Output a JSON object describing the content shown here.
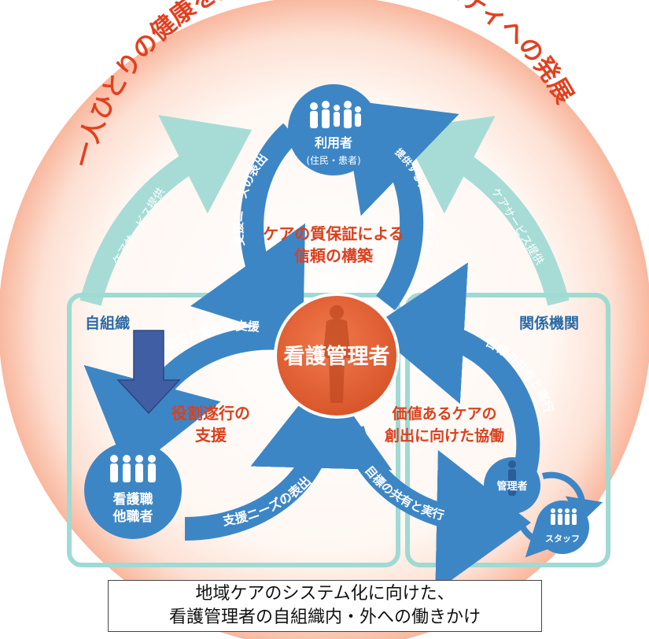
{
  "outer_ring": {
    "title": "一人ひとりの健康を支える 地域・コミュニティへの発展",
    "left_arrow_label": "ケアサービス提供",
    "right_arrow_label": "ケアサービス提供"
  },
  "top_cycle": {
    "user_label": "利用者",
    "user_sub": "(住民・患者)",
    "left_arc_label": "支援ニーズの表出",
    "right_arc_label": "提供するケアの表明と実行",
    "center_line1": "ケアの質保証による",
    "center_line2": "信頼の構築"
  },
  "center": {
    "label": "看護管理者"
  },
  "left_box": {
    "title": "自組織",
    "upper_arc_label": "期待と遂行の支援",
    "lower_arc_label": "支援ニーズの表出",
    "center_line1": "役割遂行の",
    "center_line2": "支援",
    "staff_line1": "看護職",
    "staff_line2": "他職者"
  },
  "right_box": {
    "title": "関係機関",
    "upper_arc_label": "目標の共有と実行",
    "lower_arc_label": "目標の共有と実行",
    "center_line1": "価値あるケアの",
    "center_line2": "創出に向けた協働",
    "manager_label": "管理者",
    "staff_label": "スタッフ"
  },
  "caption": {
    "line1": "地域ケアのシステム化に向けた、",
    "line2": "看護管理者の自組織内・外への働きかけ"
  },
  "colors": {
    "ring_text": "#e2401f",
    "orange_text": "#d9411e",
    "cycle_blue": "#3d86c6",
    "teal": "#a7dcd6",
    "center_orange": "#e8663c",
    "box_border": "#9fdad3",
    "indicator_arrow": "#3f5ea3"
  }
}
